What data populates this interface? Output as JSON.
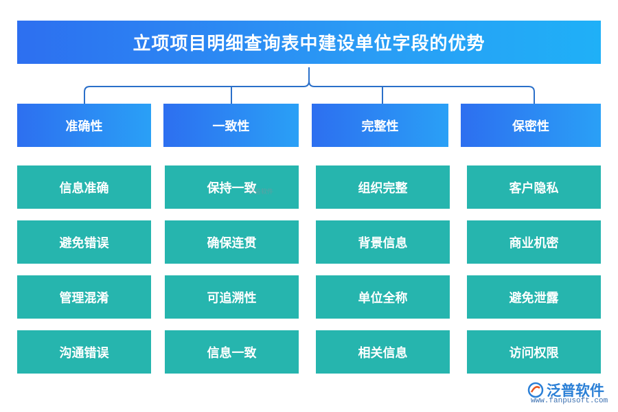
{
  "title": "立项项目明细查询表中建设单位字段的优势",
  "columns": [
    {
      "header": "准确性",
      "items": [
        "信息准确",
        "避免错误",
        "管理混淆",
        "沟通错误"
      ]
    },
    {
      "header": "一致性",
      "items": [
        "保持一致",
        "确保连贯",
        "可追溯性",
        "信息一致"
      ]
    },
    {
      "header": "完整性",
      "items": [
        "组织完整",
        "背景信息",
        "单位全称",
        "相关信息"
      ]
    },
    {
      "header": "保密性",
      "items": [
        "客户隐私",
        "商业机密",
        "避免泄露",
        "访问权限"
      ]
    }
  ],
  "watermark": "泛普软件",
  "logo": {
    "name": "泛普软件",
    "url": "www.fanpusoft.com",
    "icon": "fanpu-logo-icon"
  },
  "colors": {
    "title_bg": "#2d6ff0",
    "header_bg": "#2a9cf5",
    "item_bg": "#26b5ae",
    "connector": "#2a6fc9"
  }
}
